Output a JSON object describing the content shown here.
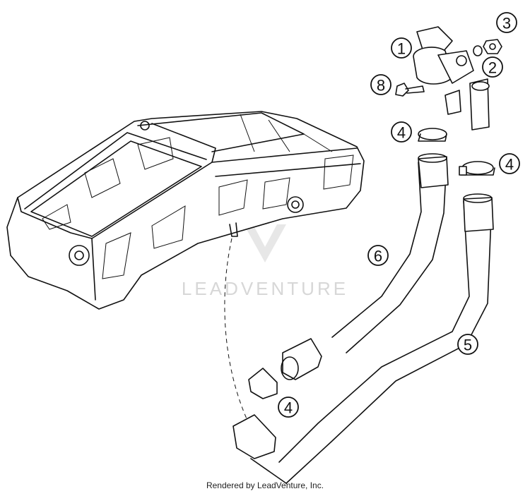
{
  "callouts": [
    "1",
    "2",
    "3",
    "4",
    "4",
    "4",
    "5",
    "6",
    "8"
  ],
  "watermark": "LEADVENTURE",
  "footer": "Rendered by LeadVenture, Inc."
}
